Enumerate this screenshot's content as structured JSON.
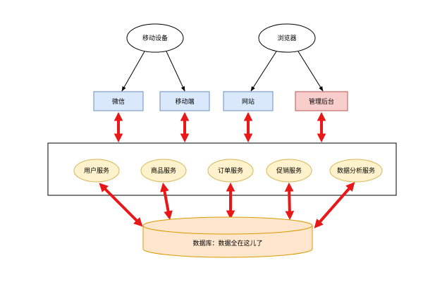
{
  "colors": {
    "client_blue_fill": "#dae8fc",
    "client_blue_stroke": "#6c8ebf",
    "client_red_fill": "#f8cecc",
    "client_red_stroke": "#b85450",
    "service_fill": "#fff2cc",
    "service_stroke": "#d6b656",
    "database_fill": "#ffe6cc",
    "database_stroke": "#d79b00",
    "arrow_red": "#e81818",
    "line_black": "#000000"
  },
  "devices": {
    "mobile": "移动设备",
    "browser": "浏览器"
  },
  "clients": {
    "wechat": "微信",
    "mobile_app": "移动端",
    "website": "网站",
    "admin": "管理后台"
  },
  "services": {
    "user": "用户服务",
    "product": "商品服务",
    "order": "订单服务",
    "promotion": "促销服务",
    "analytics": "数据分析服务"
  },
  "database": {
    "label": "数据库：数据全在这儿了"
  }
}
